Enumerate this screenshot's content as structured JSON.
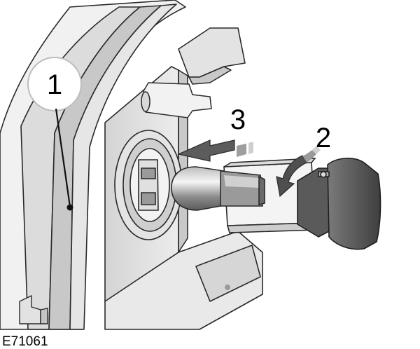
{
  "figure": {
    "callouts": [
      {
        "id": "1",
        "label": "1"
      },
      {
        "id": "2",
        "label": "2"
      },
      {
        "id": "3",
        "label": "3"
      }
    ],
    "figure_code": "E71061"
  },
  "colors": {
    "background": "#ffffff",
    "housing_light": "#eeeeee",
    "housing_mid": "#d8d8d8",
    "housing_dark": "#bdbdbd",
    "outline": "#2a2a2a",
    "bulb_holder": "#6b6b6b",
    "bulb_holder_dark": "#4a4a4a",
    "arrow": "#555555"
  }
}
